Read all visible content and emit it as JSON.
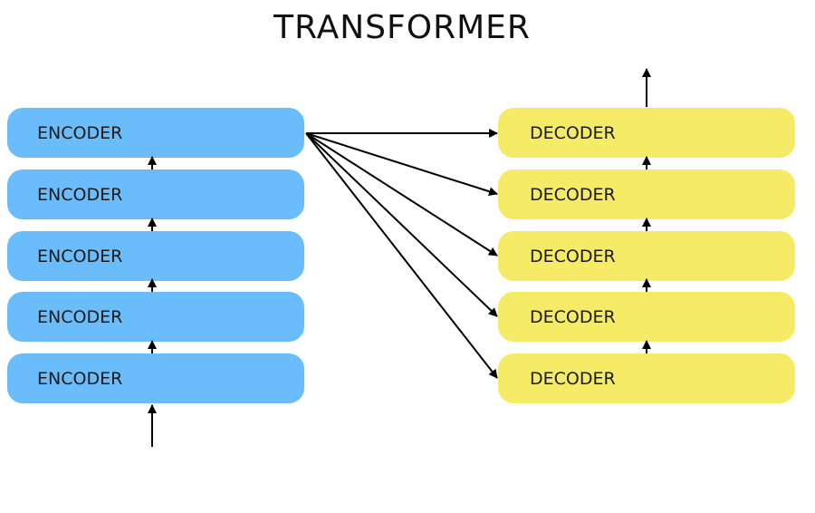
{
  "title": "TRANSFORMER",
  "encoder": {
    "color": "#6bbcfb",
    "blocks": [
      {
        "label": "ENCODER"
      },
      {
        "label": "ENCODER"
      },
      {
        "label": "ENCODER"
      },
      {
        "label": "ENCODER"
      },
      {
        "label": "ENCODER"
      }
    ]
  },
  "decoder": {
    "color": "#f5eb66",
    "blocks": [
      {
        "label": "DECODER"
      },
      {
        "label": "DECODER"
      },
      {
        "label": "DECODER"
      },
      {
        "label": "DECODER"
      },
      {
        "label": "DECODER"
      }
    ]
  },
  "arrow_color": "#000000"
}
